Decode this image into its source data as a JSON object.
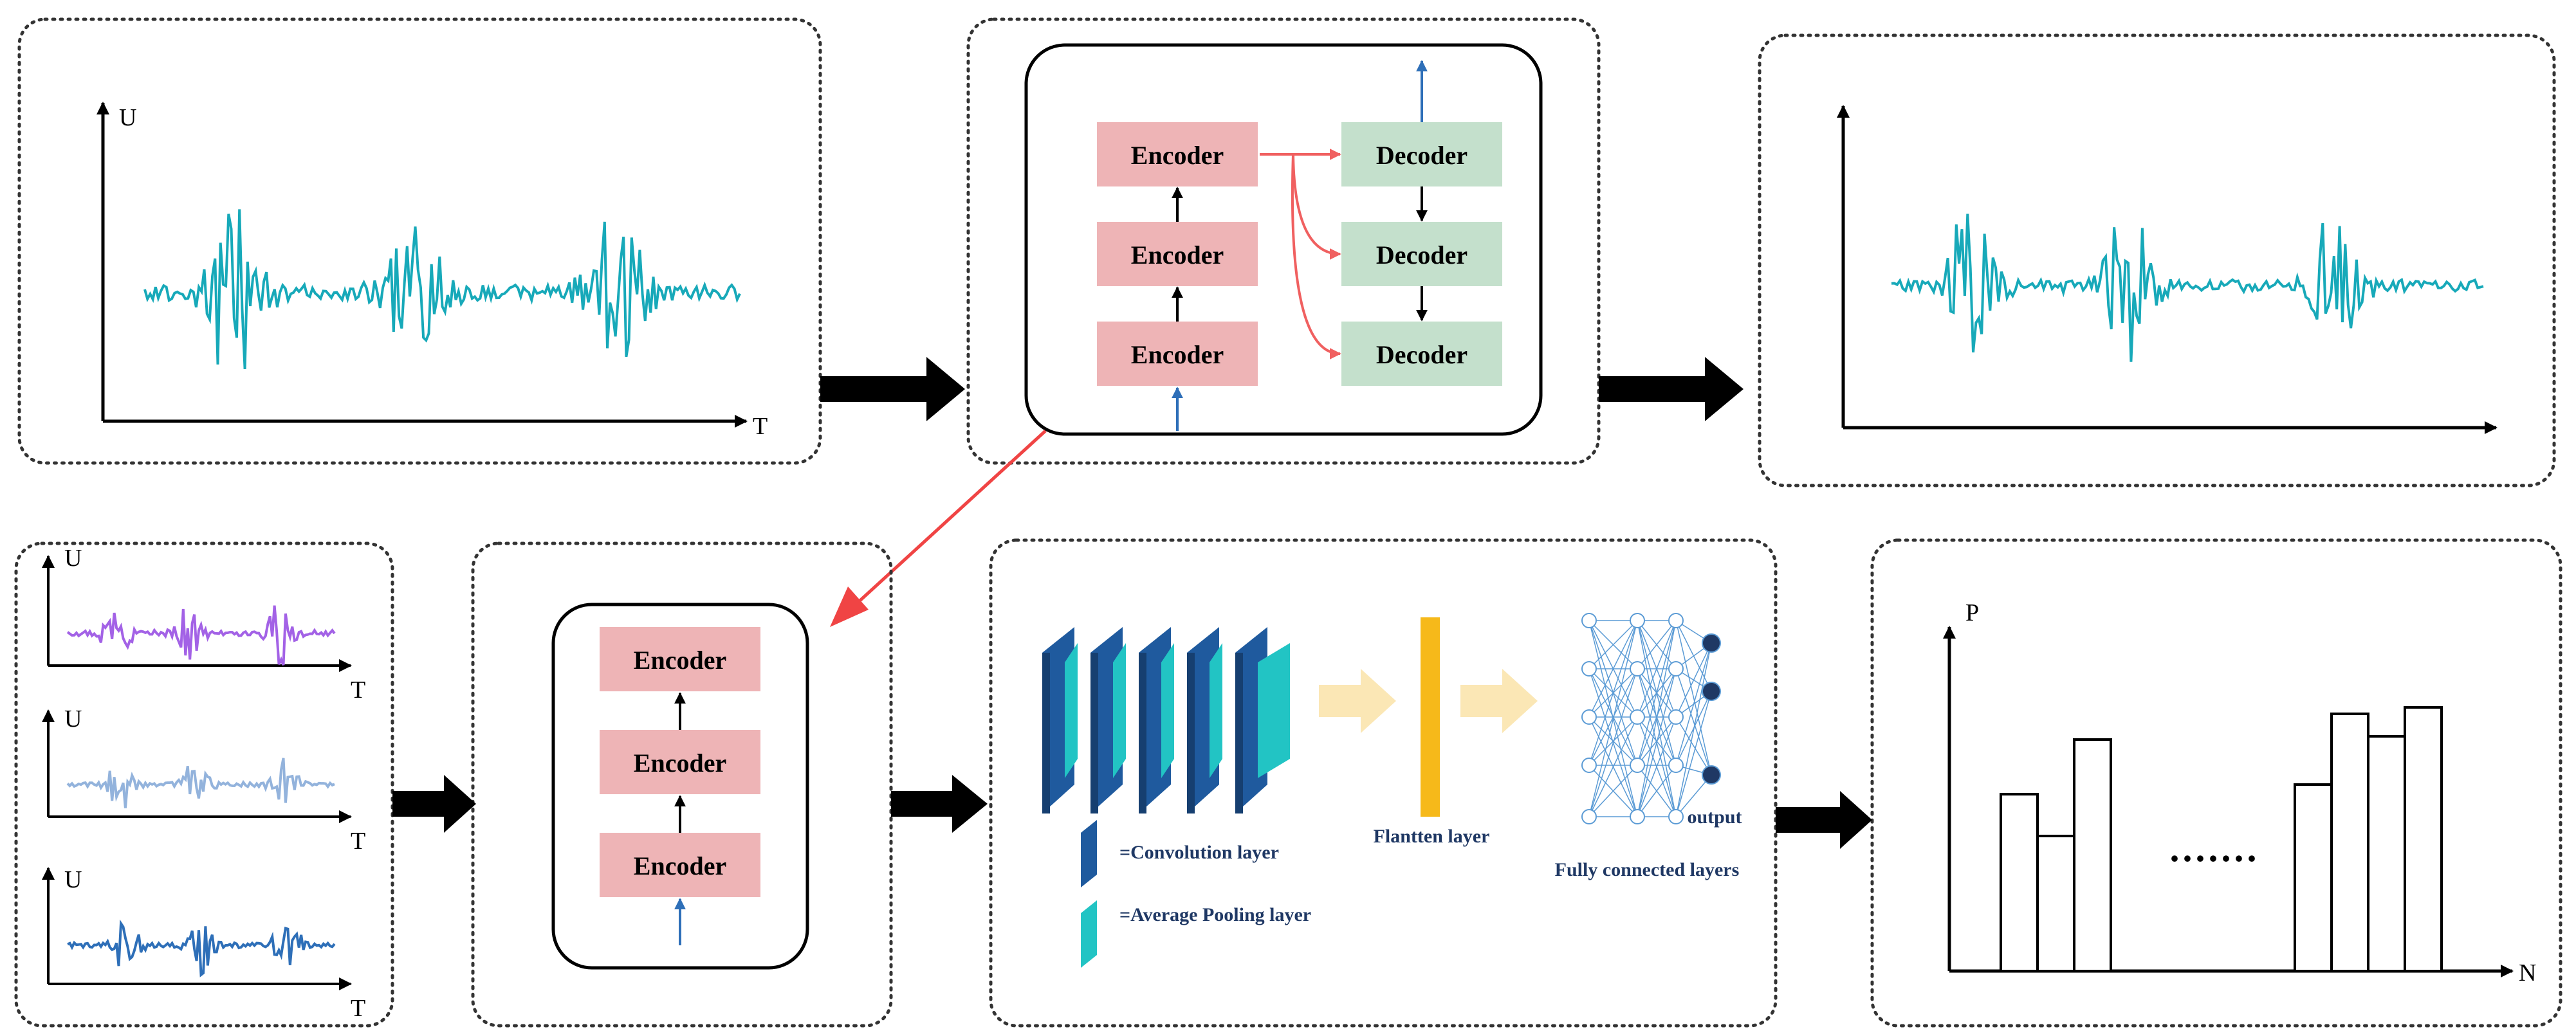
{
  "axis_labels": {
    "u": "U",
    "t": "T",
    "p": "P",
    "n": "N"
  },
  "blocks": {
    "encoder": "Encoder",
    "decoder": "Decoder"
  },
  "cnn": {
    "conv_legend": "=Convolution layer",
    "pool_legend": "=Average Pooling layer",
    "flatten_label": "Flantten layer",
    "fc_label": "Fully connected layers",
    "output_label": "output"
  },
  "histogram": {
    "ellipsis": "·······",
    "bars_left": [
      0.55,
      0.42,
      0.72
    ],
    "bars_right": [
      0.58,
      0.8,
      0.73,
      0.82
    ]
  },
  "colors": {
    "teal": "#17a9b9",
    "purple": "#a362e6",
    "lightblue": "#93b3dc",
    "blue": "#2e6fb8",
    "encoder": "#eeb4b6",
    "decoder": "#c4e0cc",
    "text": "#1f3864",
    "red": "#f04444",
    "conv": "#1f5a9e",
    "pool": "#22c4c4",
    "flatten": "#f6b91a",
    "arrow_pale": "#fbe7b5",
    "fc": "#5b9bd5"
  }
}
